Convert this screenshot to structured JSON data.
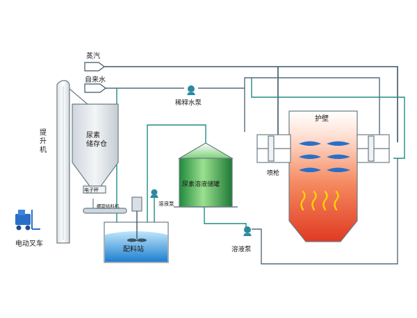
{
  "labels": {
    "steam": "蒸汽",
    "tap_water": "自来水",
    "dilution_pump": "稀释水泵",
    "urea_silo": "尿素\n储存仓",
    "elevator": "提\n升\n机",
    "electronic_scale": "电子秤",
    "screw_feeder": "螺旋给料机",
    "solution_pump_left": "溶液泵",
    "storage_tank": "尿素溶液储罐",
    "mixing_station": "配料站",
    "forklift": "电动叉车",
    "solution_pump_bottom": "溶液泵",
    "nozzle": "喷枪",
    "furnace_wall": "护壁"
  },
  "colors": {
    "pipe_dark": "#3b5563",
    "pipe_teal": "#1f8a86",
    "tank_green": "#2e9e4a",
    "water_blue": "#2f8fd6",
    "furnace_red": "#e8442a",
    "flame_yellow": "#ffd200",
    "nozzle_blue": "#2a6fc7",
    "pump_teal": "#2b8aa0"
  }
}
